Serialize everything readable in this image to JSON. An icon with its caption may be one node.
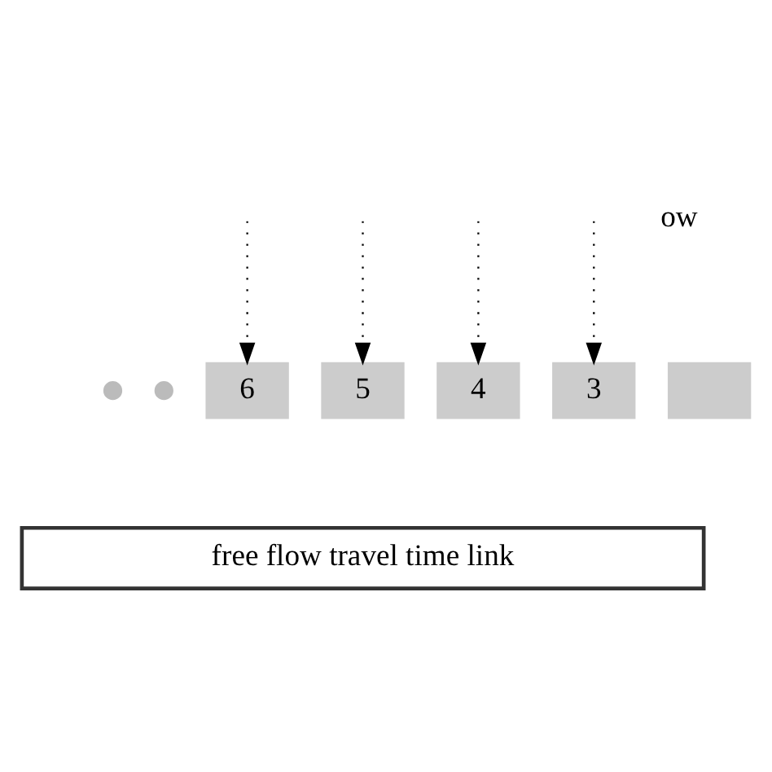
{
  "diagram": {
    "nodes": [
      {
        "text": [],
        "shape": "circle"
      },
      {
        "text": [],
        "shape": "circle"
      },
      {
        "text": [
          "6"
        ]
      },
      {
        "text": [
          "5"
        ]
      },
      {
        "text": [
          "4"
        ]
      },
      {
        "text": [
          "3"
        ]
      },
      {
        "text": [],
        "shape": "box"
      },
      {
        "text": [
          "free flow travel time link"
        ]
      }
    ],
    "edges": [
      {
        "from": null,
        "to": 2,
        "arrow": "to",
        "style": "dashed"
      },
      {
        "from": null,
        "to": 3,
        "arrow": "to",
        "style": "dashed"
      },
      {
        "from": null,
        "to": 4,
        "arrow": "to",
        "style": "dashed"
      },
      {
        "from": null,
        "to": 5,
        "arrow": "to",
        "style": "dashed"
      }
    ],
    "labels": [
      "ow"
    ]
  }
}
